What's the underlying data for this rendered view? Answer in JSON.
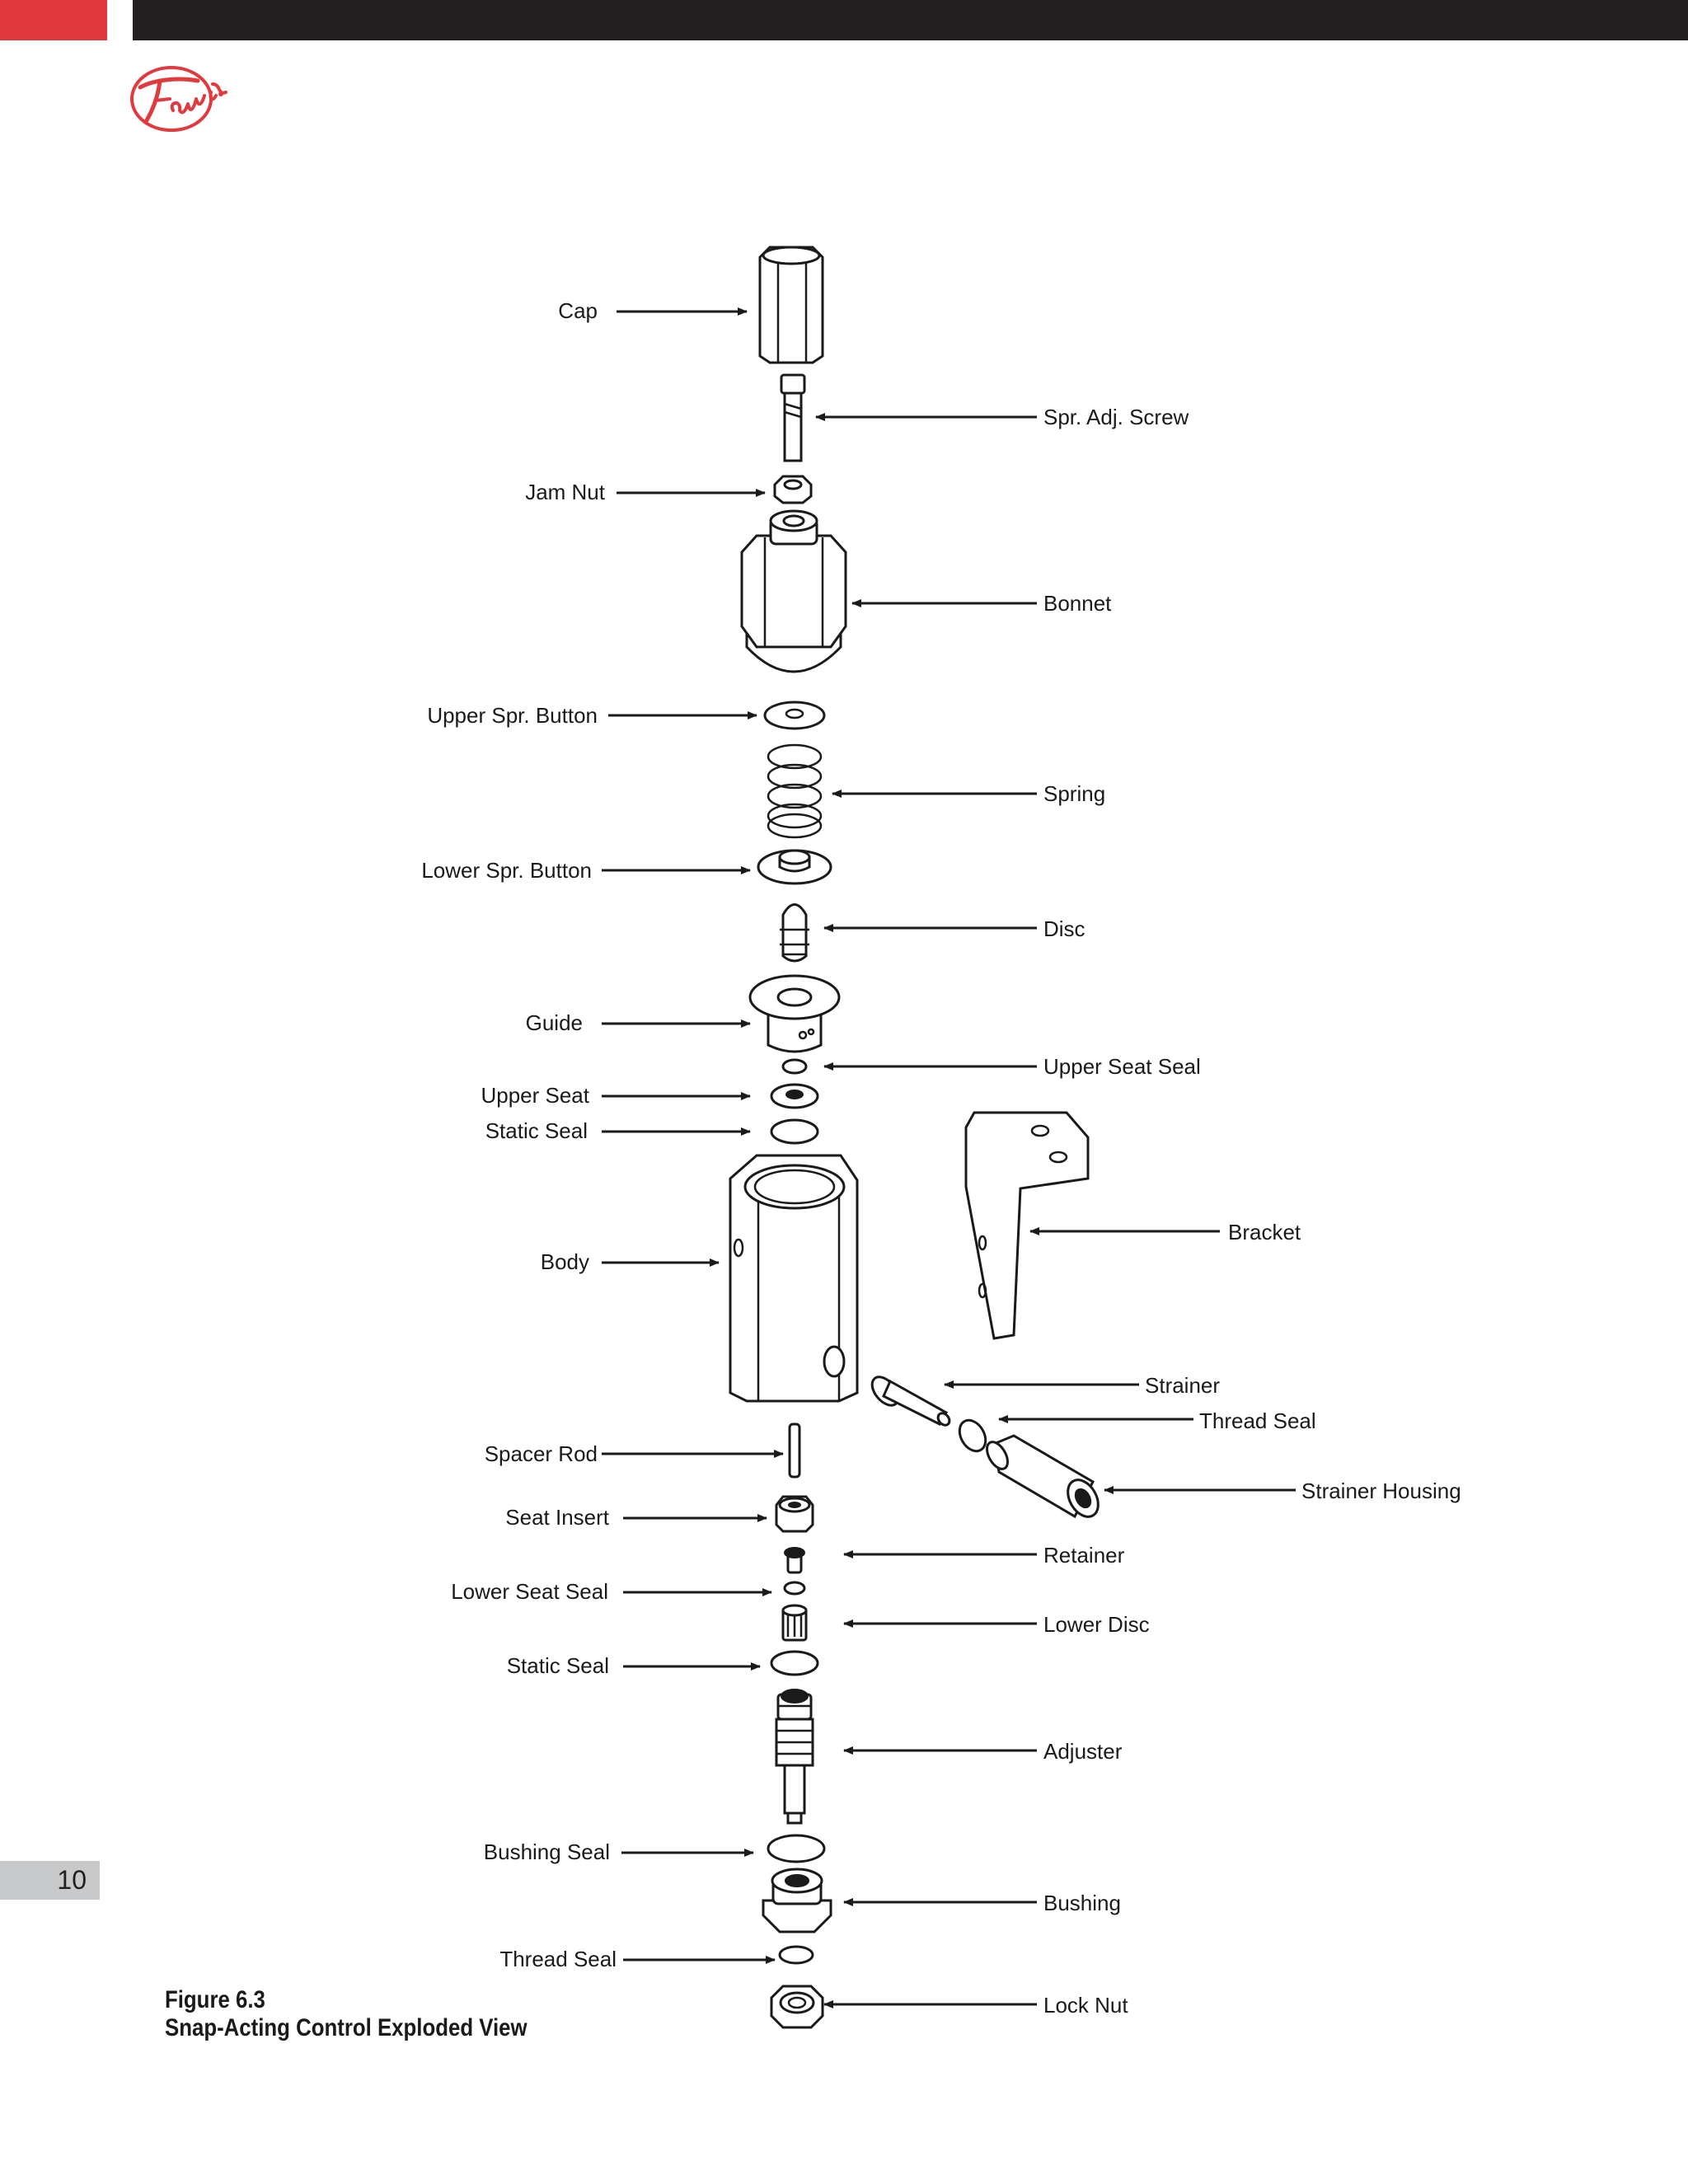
{
  "brand": {
    "name": "Farris",
    "color": "#e03a3e"
  },
  "page": {
    "number": "10"
  },
  "figure": {
    "number": "Figure 6.3",
    "title": "Snap-Acting Control Exploded View"
  },
  "labels": {
    "cap": "Cap",
    "spr_adj_screw": "Spr. Adj. Screw",
    "jam_nut": "Jam Nut",
    "bonnet": "Bonnet",
    "upper_spr_button": "Upper Spr. Button",
    "spring": "Spring",
    "lower_spr_button": "Lower Spr. Button",
    "disc": "Disc",
    "guide": "Guide",
    "upper_seat_seal": "Upper Seat Seal",
    "upper_seat": "Upper Seat",
    "static_seal_upper": "Static Seal",
    "bracket": "Bracket",
    "body": "Body",
    "strainer": "Strainer",
    "thread_seal_strainer": "Thread Seal",
    "spacer_rod": "Spacer Rod",
    "strainer_housing": "Strainer Housing",
    "seat_insert": "Seat Insert",
    "retainer": "Retainer",
    "lower_seat_seal": "Lower Seat Seal",
    "lower_disc": "Lower Disc",
    "static_seal_lower": "Static Seal",
    "adjuster": "Adjuster",
    "bushing_seal": "Bushing Seal",
    "bushing": "Bushing",
    "thread_seal_lower": "Thread Seal",
    "lock_nut": "Lock Nut"
  }
}
